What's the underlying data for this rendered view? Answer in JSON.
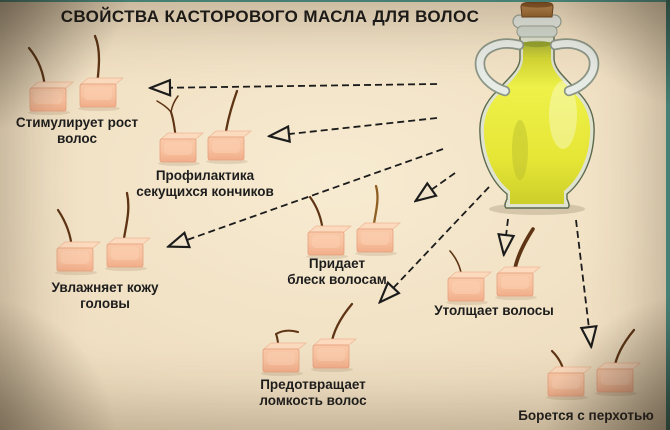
{
  "title": "СВОЙСТВА КАСТОРОВОГО МАСЛА ДЛЯ ВОЛОС",
  "properties": [
    {
      "id": "stimulates-growth",
      "label": "Стимулирует рост\nволос"
    },
    {
      "id": "prevents-split-ends",
      "label": "Профилактика\nсекущихся кончиков"
    },
    {
      "id": "moisturizes-scalp",
      "label": "Увлажняет кожу\nголовы"
    },
    {
      "id": "adds-shine",
      "label": "Придает\nблеск волосам"
    },
    {
      "id": "thickens-hair",
      "label": "Утолщает волосы"
    },
    {
      "id": "prevents-breakage",
      "label": "Предотвращает\nломкость волос"
    },
    {
      "id": "fights-dandruff",
      "label": "Борется с перхотью"
    }
  ],
  "icons": {
    "bottle": "castor-oil-bottle-icon",
    "follicle": "skin-hair-follicle-icon",
    "arrow": "dashed-arrow-icon"
  },
  "colors": {
    "background": "#f0dfc2",
    "accent_border": "#4a948b",
    "text": "#1d1d1d",
    "skin_patch": "#f6b996",
    "hair": "#5e3414",
    "oil": "#e8e63c",
    "cork": "#a9763f"
  }
}
